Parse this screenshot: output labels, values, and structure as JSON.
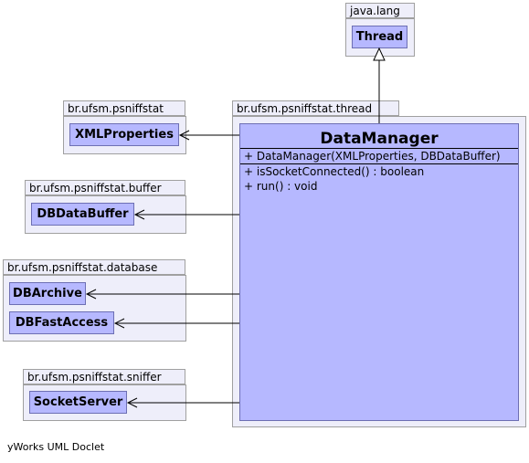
{
  "packages": {
    "java_lang": "java.lang",
    "xml": "br.ufsm.psniffstat",
    "thread": "br.ufsm.psniffstat.thread",
    "buffer": "br.ufsm.psniffstat.buffer",
    "database": "br.ufsm.psniffstat.database",
    "sniffer": "br.ufsm.psniffstat.sniffer"
  },
  "classes": {
    "thread": "Thread",
    "xml_properties": "XMLProperties",
    "db_data_buffer": "DBDataBuffer",
    "db_archive": "DBArchive",
    "db_fast_access": "DBFastAccess",
    "socket_server": "SocketServer"
  },
  "main_class": {
    "name": "DataManager",
    "constructor": "+  DataManager(XMLProperties, DBDataBuffer)",
    "methods": [
      "+  isSocketConnected() : boolean",
      "+  run() : void"
    ]
  },
  "footer": "yWorks UML Doclet",
  "colors": {
    "package_fill": "#eeeefa",
    "class_fill": "#b6b8ff",
    "class_border": "#6d6fb3"
  }
}
